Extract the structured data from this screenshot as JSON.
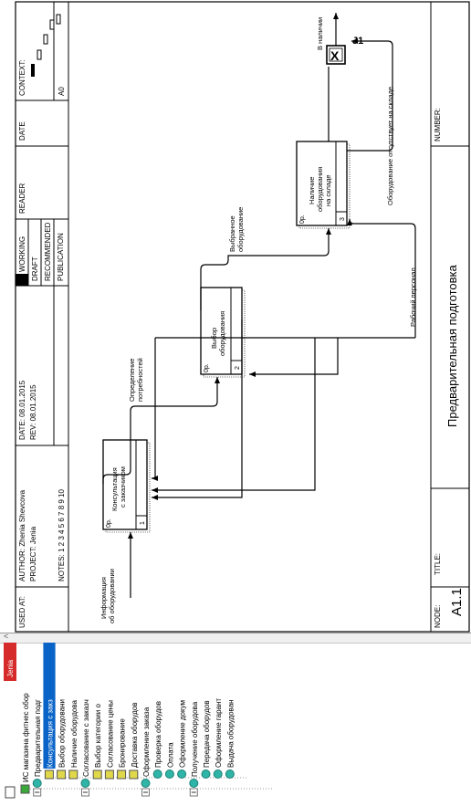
{
  "header": {
    "used_at": "USED AT:",
    "author": "AUTHOR:  Zhenia Shevcova",
    "project": "PROJECT:  Jenia",
    "notes": "NOTES:  1  2  3  4  5  6  7  8  9  10",
    "date": "DATE:  08.01.2015",
    "rev": "REV:   08.01.2015",
    "status": [
      "WORKING",
      "DRAFT",
      "RECOMMENDED",
      "PUBLICATION"
    ],
    "reader": "READER",
    "date_col": "DATE",
    "context": "CONTEXT:",
    "context_node": "A0"
  },
  "footer": {
    "node_label": "NODE:",
    "node_value": "A1.1",
    "title_label": "TITLE:",
    "title_value": "Предварительная подготовка",
    "number_label": "NUMBER:"
  },
  "boxes": [
    {
      "label": [
        "Консультация",
        "с заказчиком"
      ],
      "num": "1",
      "cost": "0р."
    },
    {
      "label": [
        "Выбор",
        "оборудования"
      ],
      "num": "2",
      "cost": "0р."
    },
    {
      "label": [
        "Наличие",
        "оборудования",
        "на складе"
      ],
      "num": "3",
      "cost": "0р."
    }
  ],
  "arrows": {
    "input": [
      "Информация",
      "об оборудовании"
    ],
    "a1": [
      "Определение",
      "потребностей"
    ],
    "a2": [
      "Выбранное",
      "оборудование"
    ],
    "mech": "Рабочий персонал",
    "out_absent": "Оборудование отсутствует на складе",
    "out_present": "В наличии",
    "tunnel": "J1",
    "junction": "X"
  },
  "tree": {
    "root": "Jenia",
    "items": [
      {
        "label": "ИС магазина фитнес обор",
        "level": 0,
        "type": "model",
        "selected": false
      },
      {
        "label": "Предварительная подг",
        "level": 1,
        "type": "folder",
        "selected": false
      },
      {
        "label": "Консультация с закз",
        "level": 2,
        "type": "proc",
        "selected": true
      },
      {
        "label": "Выбор оборудовани",
        "level": 2,
        "type": "proc",
        "selected": false
      },
      {
        "label": "Наличие оборудова",
        "level": 2,
        "type": "proc",
        "selected": false
      },
      {
        "label": "Согласование с заказч",
        "level": 1,
        "type": "folder",
        "selected": false
      },
      {
        "label": "Выбор категории о",
        "level": 2,
        "type": "proc",
        "selected": false
      },
      {
        "label": "Согласование цены",
        "level": 2,
        "type": "proc",
        "selected": false
      },
      {
        "label": "Бронирование",
        "level": 2,
        "type": "proc",
        "selected": false
      },
      {
        "label": "Доставка оборудов",
        "level": 2,
        "type": "proc",
        "selected": false
      },
      {
        "label": "Оформление заказа",
        "level": 1,
        "type": "folder",
        "selected": false
      },
      {
        "label": "Проверка оборудов",
        "level": 2,
        "type": "folder",
        "selected": false
      },
      {
        "label": "Оплата",
        "level": 2,
        "type": "folder",
        "selected": false
      },
      {
        "label": "Оформление докум",
        "level": 2,
        "type": "folder",
        "selected": false
      },
      {
        "label": "Получение оборудова",
        "level": 1,
        "type": "folder",
        "selected": false
      },
      {
        "label": "Передача оборудов",
        "level": 2,
        "type": "folder",
        "selected": false
      },
      {
        "label": "Оформление гарант",
        "level": 2,
        "type": "folder",
        "selected": false
      },
      {
        "label": "Выдача оборудован",
        "level": 2,
        "type": "folder",
        "selected": false
      }
    ],
    "scroll_arrow": "<"
  },
  "colors": {
    "selected": "#0a64c8",
    "root": "#d62b2b",
    "proc": "#e0d84a",
    "folder": "#2fb5a8"
  }
}
